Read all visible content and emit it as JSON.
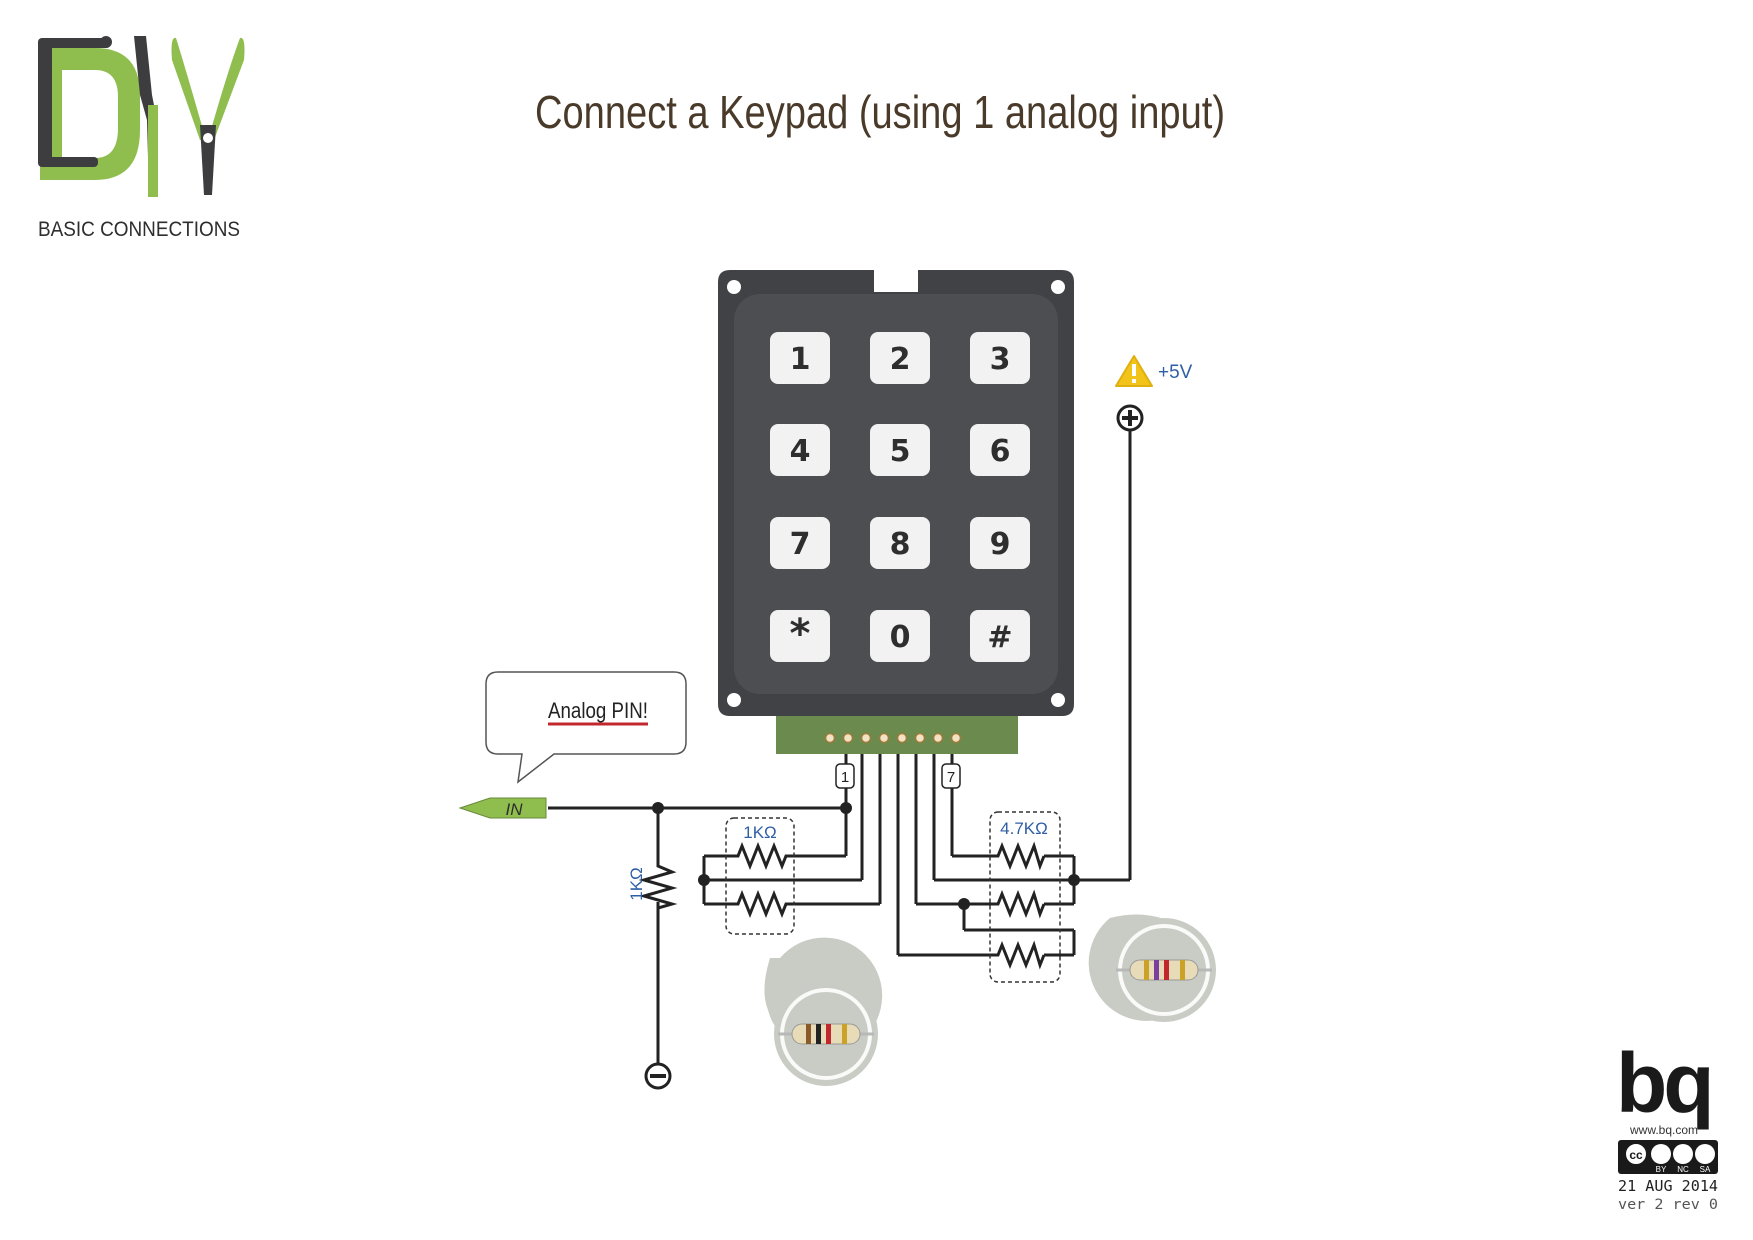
{
  "title": "Connect a Keypad (using 1 analog input)",
  "logo": {
    "letters": "DIY",
    "subtitle": "BASIC CONNECTIONS",
    "colors": {
      "green": "#8fbe4f",
      "dark": "#3d3d3f"
    }
  },
  "keypad": {
    "keys": [
      "1",
      "2",
      "3",
      "4",
      "5",
      "6",
      "7",
      "8",
      "9",
      "*",
      "0",
      "#"
    ],
    "body_color": "#404246",
    "key_color": "#f2f2f2",
    "connector_color": "#6a8a4e"
  },
  "pins": {
    "first": "1",
    "last": "7"
  },
  "callout": {
    "text": "Analog PIN!"
  },
  "input_tag": {
    "text": "IN",
    "color": "#8fbe4f"
  },
  "supply": {
    "label": "+5V",
    "warning_icon": "warning-triangle-icon",
    "plus_icon": "plus-terminal-icon",
    "minus_icon": "ground-terminal-icon"
  },
  "resistors": {
    "pulldown": "1KΩ",
    "group_left": "1KΩ",
    "group_right": "4.7KΩ"
  },
  "colors": {
    "wire": "#222222",
    "label_blue": "#2f5fa5",
    "bubble": "#c9ccc4",
    "text_brown": "#4a3a2a"
  },
  "brand": {
    "logo": "bq",
    "url": "www.bq.com",
    "license": [
      "BY",
      "NC",
      "SA"
    ],
    "date": "21 AUG 2014",
    "version": "ver 2 rev 0"
  }
}
